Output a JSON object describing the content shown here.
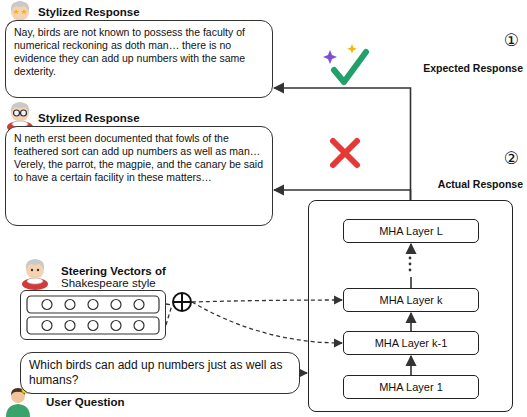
{
  "diagram": {
    "nodes": [
      {
        "text": [
          "Stylized Response",
          "Nay, birds are not known to possess the faculty of numerical reckoning as doth man… there is no evidence they can add up numbers with the same dexterity."
        ]
      },
      {
        "text": [
          "Stylized Response",
          "N neth erst been documented that fowls of the feathered sort can add up numbers as well as man… Verely, the parrot, the magpie, and the canary be said to have a certain facility in these matters…"
        ]
      },
      {
        "text": []
      },
      {
        "text": [
          "MHA Layer L"
        ],
        "in": 2
      },
      {
        "text": [
          "MHA Layer k"
        ],
        "in": 2
      },
      {
        "text": [
          "MHA Layer k-1"
        ],
        "in": 2
      },
      {
        "text": [
          "MHA Layer 1"
        ],
        "in": 2
      },
      {
        "text": [
          "Steering Vectors of",
          "Shakespeare style"
        ]
      },
      {
        "text": [
          "Which birds can add up numbers just as well as humans?",
          "User Question"
        ]
      }
    ],
    "edges": [
      {
        "from": 2,
        "to": 0,
        "arrow": "to"
      },
      {
        "from": 2,
        "to": 1,
        "arrow": "to"
      },
      {
        "from": 8,
        "to": 2,
        "arrow": "to"
      },
      {
        "from": 6,
        "to": 5,
        "arrow": "to"
      },
      {
        "from": 5,
        "to": 4,
        "arrow": "to"
      },
      {
        "from": 4,
        "to": 3,
        "arrow": "to"
      },
      {
        "from": 7,
        "to": 4,
        "arrow": "to"
      },
      {
        "from": 7,
        "to": 5,
        "arrow": "to"
      }
    ],
    "labels": [
      "①",
      "Expected Response",
      "②",
      "Actual Response"
    ]
  }
}
